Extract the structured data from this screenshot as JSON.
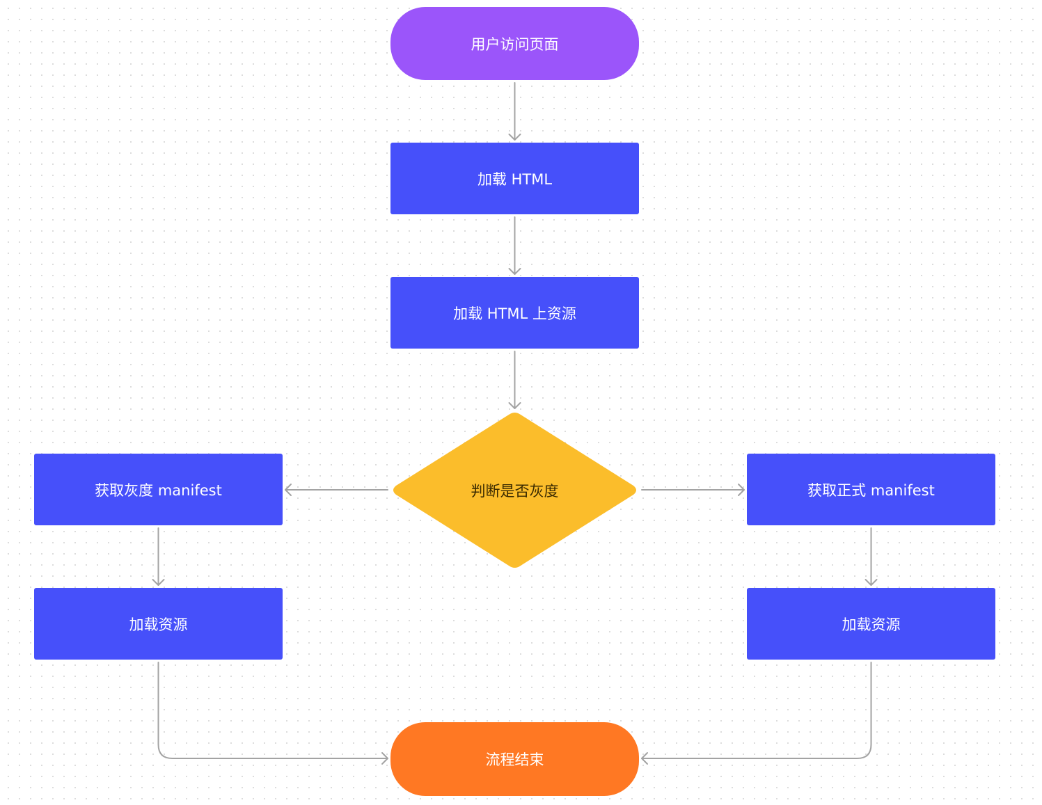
{
  "colors": {
    "start": "#9b55fa",
    "process": "#4650fa",
    "decision": "#fbbd2b",
    "end": "#ff7823",
    "connector": "#a3a3a3"
  },
  "nodes": {
    "start": "用户访问页面",
    "load_html": "加载 HTML",
    "load_html_resources": "加载 HTML 上资源",
    "decision": "判断是否灰度",
    "gray_manifest": "获取灰度 manifest",
    "prod_manifest": "获取正式 manifest",
    "gray_load": "加载资源",
    "prod_load": "加载资源",
    "end": "流程结束"
  }
}
